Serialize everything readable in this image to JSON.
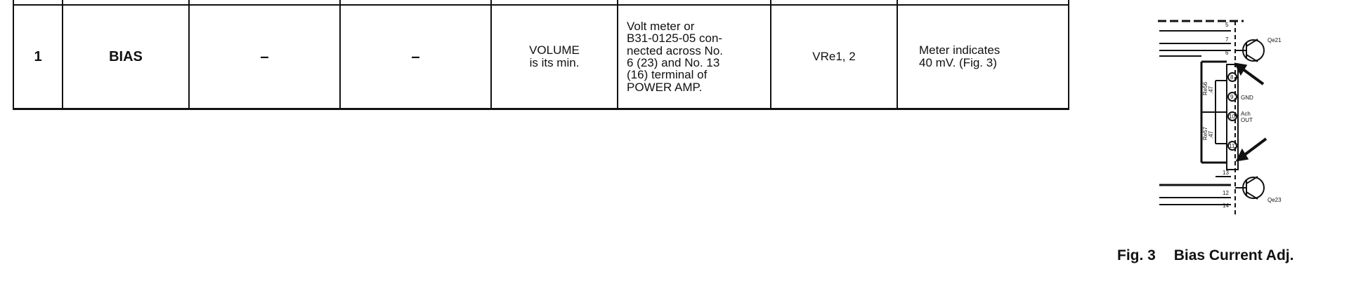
{
  "table": {
    "row": {
      "step": "1",
      "item": "BIAS",
      "col3": "–",
      "col4": "–",
      "setting_line1": "VOLUME",
      "setting_line2": "is its min.",
      "instrument_lines": [
        "Volt meter or",
        "B31-0125-05 con-",
        "nected across No.",
        "6 (23) and No. 13",
        "(16) terminal of",
        "POWER AMP."
      ],
      "adjust": "VRe1, 2",
      "result_line1": "Meter indicates",
      "result_line2": "40 mV. (Fig. 3)"
    }
  },
  "figure": {
    "caption_num": "Fig. 3",
    "caption_text": "Bias Current Adj.",
    "labels": {
      "q_top": "Qe21",
      "q_bottom": "Qe23",
      "gnd": "GND",
      "out1": "Ach",
      "out2": "OUT",
      "r_upper": "Re56",
      "r_upper_val": ".47",
      "r_lower": "Re57",
      "r_lower_val": ".47",
      "pins": [
        "5",
        "7",
        "6",
        "8",
        "9",
        "10",
        "11",
        "13",
        "12",
        "14"
      ]
    }
  }
}
